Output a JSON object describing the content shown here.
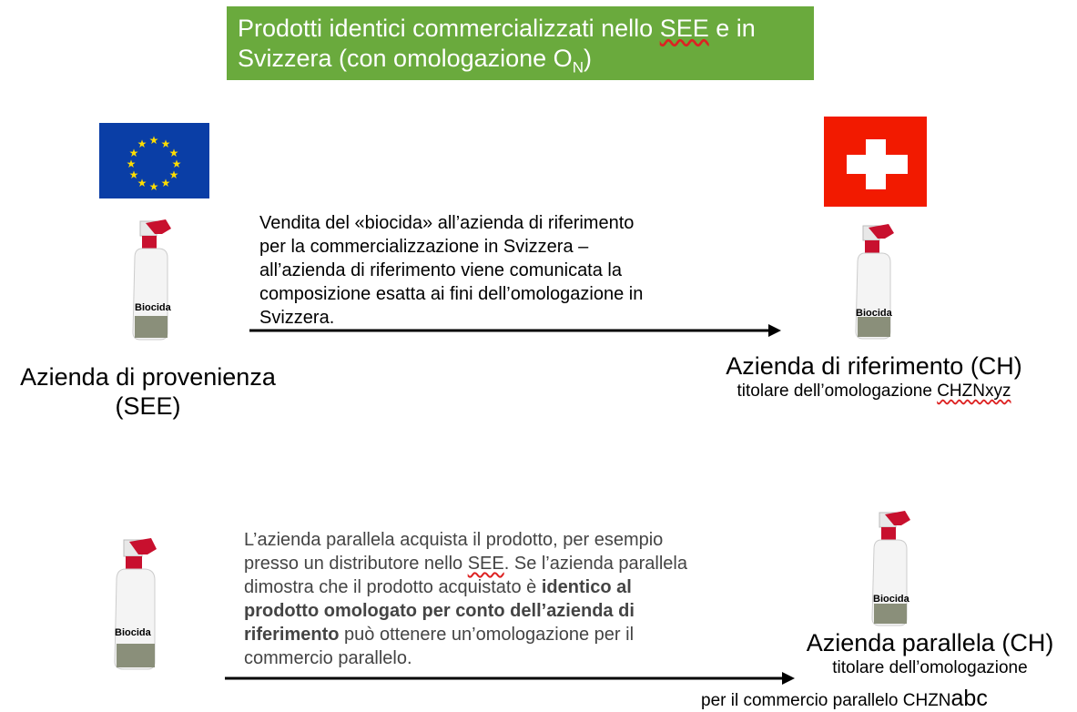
{
  "title": {
    "line1_a": "Prodotti identici commercializzati nello ",
    "line1_b": "SEE",
    "line1_c": " e in",
    "line2_a": "Svizzera (con omologazione O",
    "line2_sub": "N",
    "line2_c": ")"
  },
  "flags": {
    "eu": {
      "color": "#0a3ea6",
      "star_color": "#ffdd00",
      "stars": 12
    },
    "ch": {
      "color": "#f21a00",
      "cross_color": "#ffffff"
    }
  },
  "bottle_label": "Biocida",
  "top_text": [
    "Vendita del «biocida» all’azienda di riferimento",
    "per la commercializzazione in Svizzera –",
    "all’azienda di riferimento viene comunicata la",
    "composizione esatta ai fini dell’omologazione in",
    "Svizzera."
  ],
  "origin": {
    "line1": "Azienda di provenienza",
    "line2": "(SEE)"
  },
  "reference": {
    "title": "Azienda di riferimento (CH)",
    "sub_a": "titolare dell’omologazione ",
    "sub_b": "CHZNxyz"
  },
  "bottom_text": {
    "l1": "L’azienda parallela acquista il prodotto, per esempio",
    "l2_a": "presso un distributore nello ",
    "l2_b": "SEE",
    "l2_c": ". Se l’azienda parallela",
    "l3_a": "dimostra che il prodotto acquistato è ",
    "l3_b": "identico al",
    "l4": "prodotto omologato per conto dell’azienda di",
    "l5_a": "riferimento",
    "l5_b": " può ottenere un’omologazione per il",
    "l6": "commercio parallelo."
  },
  "parallel": {
    "title": "Azienda parallela (CH)",
    "sub1": "titolare dell’omologazione",
    "sub2_a": "per il commercio parallelo CHZN",
    "sub2_b": "abc"
  }
}
